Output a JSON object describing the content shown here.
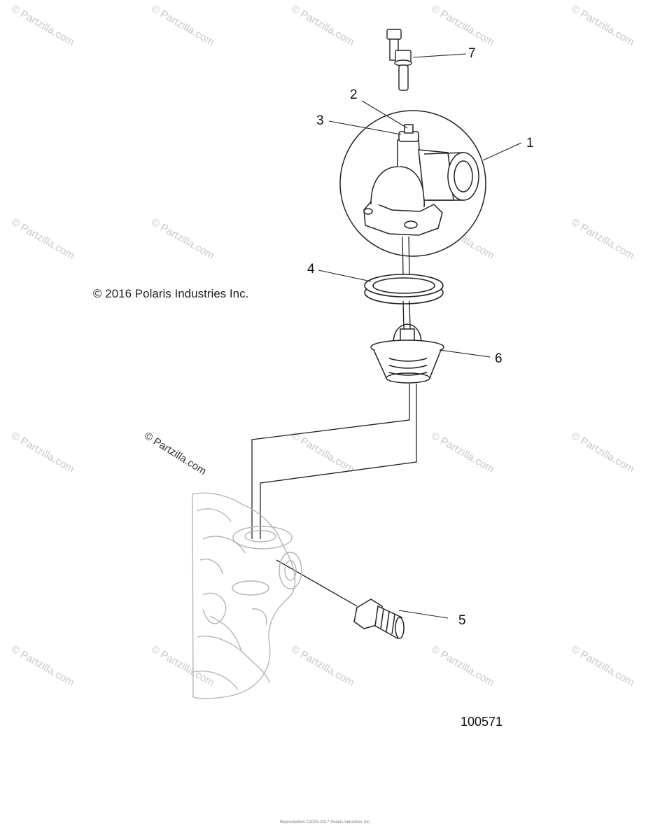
{
  "copyright": "© 2016 Polaris Industries Inc.",
  "partzilla_mark": "© Partzilla.com",
  "watermark_text": "© Partzilla.com",
  "drawing_number": "100571",
  "footer_text": "Reproduction ©2004-2017 Polaris Industries Inc.",
  "callouts": [
    "7",
    "2",
    "3",
    "1",
    "4",
    "6",
    "5"
  ]
}
